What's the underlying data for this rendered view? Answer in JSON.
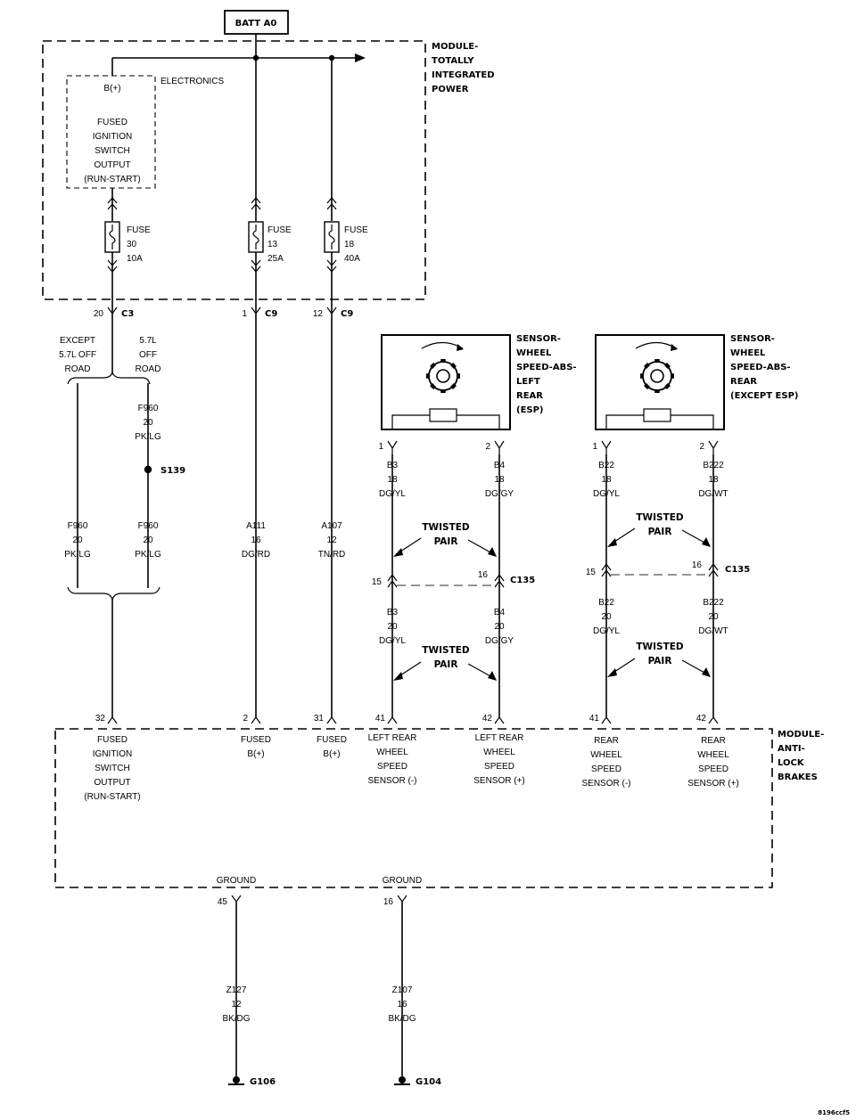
{
  "batt": "BATT A0",
  "tipm": {
    "title": [
      "MODULE-",
      "TOTALLY",
      "INTEGRATED",
      "POWER"
    ],
    "b_plus": "B(+)",
    "electronics": "ELECTRONICS",
    "fused_output": [
      "FUSED",
      "IGNITION",
      "SWITCH",
      "OUTPUT",
      "(RUN-START)"
    ],
    "fuses": [
      {
        "lines": [
          "FUSE",
          "30",
          "10A"
        ]
      },
      {
        "lines": [
          "FUSE",
          "13",
          "25A"
        ]
      },
      {
        "lines": [
          "FUSE",
          "18",
          "40A"
        ]
      }
    ]
  },
  "connectors": {
    "c3": {
      "pin": "20",
      "name": "C3"
    },
    "c9a": {
      "pin": "1",
      "name": "C9"
    },
    "c9b": {
      "pin": "12",
      "name": "C9"
    }
  },
  "split": {
    "left": [
      "EXCEPT",
      "5.7L OFF",
      "ROAD"
    ],
    "right": [
      "5.7L",
      "OFF",
      "ROAD"
    ]
  },
  "wires": {
    "f960_top": [
      "F960",
      "20",
      "PK/LG"
    ],
    "splice": "S139",
    "f960_left": [
      "F960",
      "20",
      "PK/LG"
    ],
    "f960_right": [
      "F960",
      "20",
      "PK/LG"
    ],
    "a111": [
      "A111",
      "16",
      "DG/RD"
    ],
    "a107": [
      "A107",
      "12",
      "TN/RD"
    ],
    "b3_top": [
      "B3",
      "18",
      "DG/YL"
    ],
    "b4_top": [
      "B4",
      "18",
      "DG/GY"
    ],
    "b22_top": [
      "B22",
      "18",
      "DG/YL"
    ],
    "b222_top": [
      "B222",
      "18",
      "DG/WT"
    ],
    "b3_bot": [
      "B3",
      "20",
      "DG/YL"
    ],
    "b4_bot": [
      "B4",
      "20",
      "DG/GY"
    ],
    "b22_bot": [
      "B22",
      "20",
      "DG/YL"
    ],
    "b222_bot": [
      "B222",
      "20",
      "DG/WT"
    ],
    "z127": [
      "Z127",
      "12",
      "BK/DG"
    ],
    "z107": [
      "Z107",
      "16",
      "BK/DG"
    ]
  },
  "sensor_left": {
    "title": [
      "SENSOR-",
      "WHEEL",
      "SPEED-ABS-",
      "LEFT",
      "REAR",
      "(ESP)"
    ],
    "pin1": "1",
    "pin2": "2"
  },
  "sensor_right": {
    "title": [
      "SENSOR-",
      "WHEEL",
      "SPEED-ABS-",
      "REAR",
      "(EXCEPT ESP)"
    ],
    "pin1": "1",
    "pin2": "2"
  },
  "twisted_pair": [
    "TWISTED",
    "PAIR"
  ],
  "c135": {
    "name": "C135",
    "left_pins": [
      "15",
      "16"
    ],
    "right_pins": [
      "15",
      "16"
    ]
  },
  "abs": {
    "title": [
      "MODULE-",
      "ANTI-",
      "LOCK",
      "BRAKES"
    ],
    "pins": [
      "32",
      "2",
      "31",
      "41",
      "42",
      "41",
      "42"
    ],
    "labels": [
      [
        "FUSED",
        "IGNITION",
        "SWITCH",
        "OUTPUT",
        "(RUN-START)"
      ],
      [
        "FUSED",
        "B(+)"
      ],
      [
        "FUSED",
        "B(+)"
      ],
      [
        "LEFT REAR",
        "WHEEL",
        "SPEED",
        "SENSOR (-)"
      ],
      [
        "LEFT REAR",
        "WHEEL",
        "SPEED",
        "SENSOR (+)"
      ],
      [
        "REAR",
        "WHEEL",
        "SPEED",
        "SENSOR (-)"
      ],
      [
        "REAR",
        "WHEEL",
        "SPEED",
        "SENSOR (+)"
      ]
    ],
    "ground_label": "GROUND",
    "ground_pins": [
      "45",
      "16"
    ]
  },
  "grounds": [
    "G106",
    "G104"
  ],
  "figure_code": "8196ccf5"
}
